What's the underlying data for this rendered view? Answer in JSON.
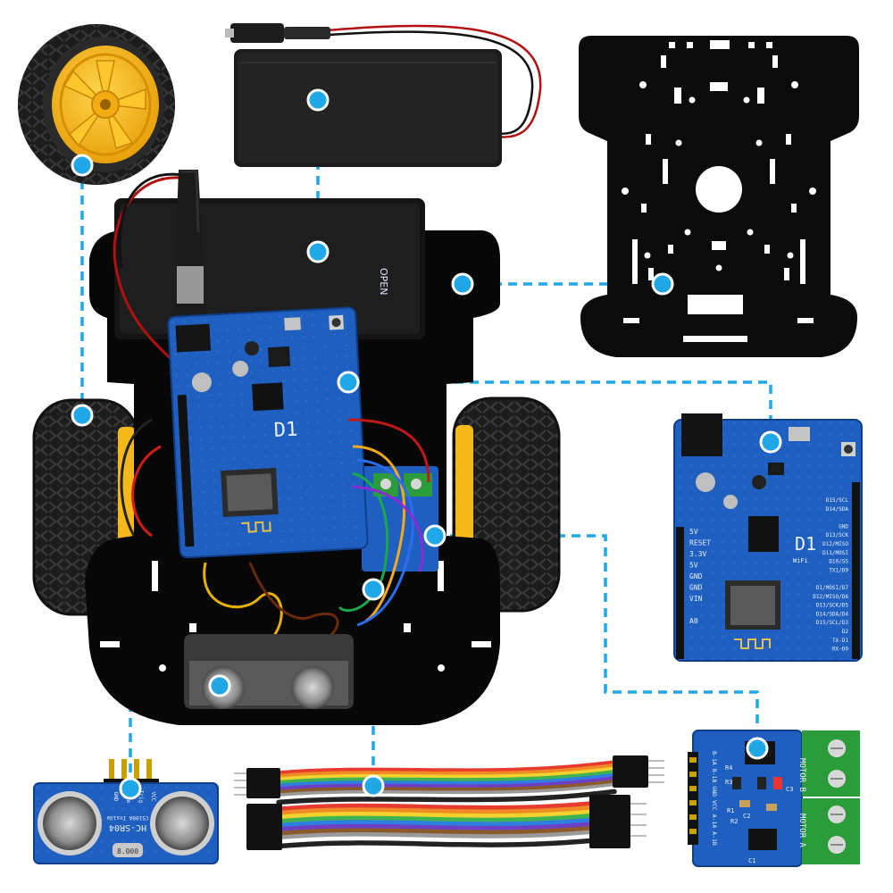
{
  "colors": {
    "callout": "#1fa7e8",
    "pcb_blue": "#1f5fbf",
    "acrylic": "#0b0b0b",
    "tire": "#1d1d1d",
    "hub_yellow": "#f5b81a",
    "terminal_green": "#2a9d3a"
  },
  "battery_box": {
    "open_label": "OPEN"
  },
  "d1_board": {
    "logo": "D1",
    "wifi": "WiFi",
    "left_pins": [
      "5V",
      "RESET",
      "3.3V",
      "5V",
      "GND",
      "GND",
      "VIN",
      "",
      "A0"
    ],
    "right_pins": [
      "D15/SCL",
      "D14/SDA",
      "",
      "GND",
      "D13/SCK",
      "D12/MISO",
      "D11/MOSI",
      "D10/SS",
      "TX1/D9",
      "",
      "D1/MOSI/D7",
      "D12/MISO/D6",
      "D13/SCK/D5",
      "D14/SDA/D4",
      "D15/SCL/D3",
      "D2",
      "TX-D1",
      "RX-D0"
    ]
  },
  "motor_driver": {
    "motor_b": "MOTOR B",
    "motor_a": "MOTOR A",
    "pins": "B-1A B-1B GND VCC A-1A A-1B",
    "parts": [
      "R4",
      "R3",
      "R2",
      "R1",
      "C1",
      "C2",
      "C3"
    ]
  },
  "ultrasonic": {
    "model": "HC-SR04",
    "pins": [
      "VCC",
      "Trig",
      "Echo",
      "GND"
    ],
    "crystal": "8.000",
    "side_text": "CS100A Inside"
  }
}
